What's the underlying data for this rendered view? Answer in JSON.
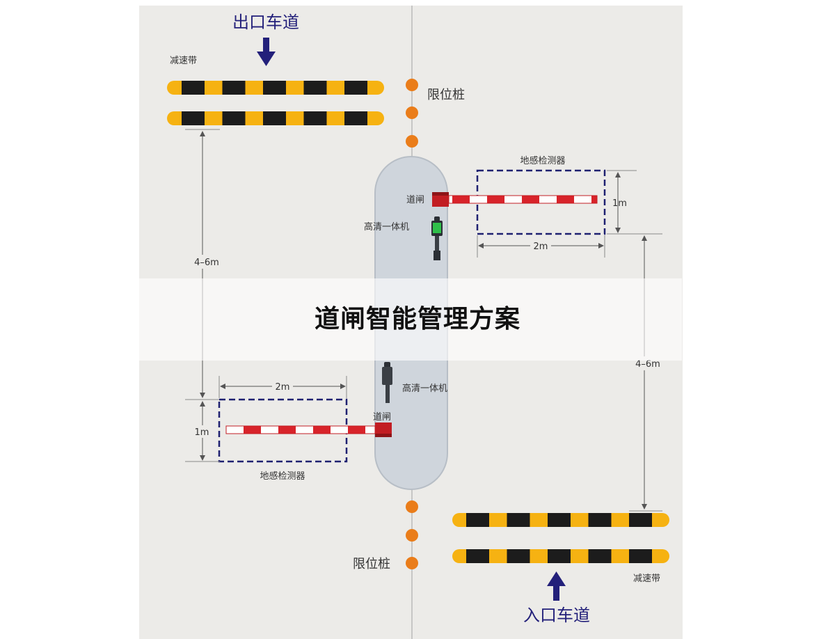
{
  "title": "道闸智能管理方案",
  "exit_lane": {
    "label": "出口车道"
  },
  "entry_lane": {
    "label": "入口车道"
  },
  "speed_bump_top": {
    "label": "减速带"
  },
  "speed_bump_bottom": {
    "label": "减速带"
  },
  "limit_post_top": {
    "label": "限位桩"
  },
  "limit_post_bottom": {
    "label": "限位桩"
  },
  "barrier_top": {
    "label": "道闸"
  },
  "barrier_bottom": {
    "label": "道闸"
  },
  "camera_top": {
    "label": "高清一体机"
  },
  "camera_bottom": {
    "label": "高清一体机"
  },
  "detector_top": {
    "label": "地感检测器",
    "width_label": "2m",
    "depth_label": "1m"
  },
  "detector_bottom": {
    "label": "地感检测器",
    "width_label": "2m",
    "depth_label": "1m"
  },
  "distance_left": {
    "label": "4–6m"
  },
  "distance_right": {
    "label": "4–6m"
  },
  "colors": {
    "road": "#ecebe8",
    "bump_yellow": "#f6b212",
    "bump_black": "#1c1c1c",
    "post_orange": "#ea7d1a",
    "island": "#cfd5dc",
    "arm_red": "#d8232a",
    "detector_border": "#1e2070",
    "lane_arrow": "#23207a"
  }
}
